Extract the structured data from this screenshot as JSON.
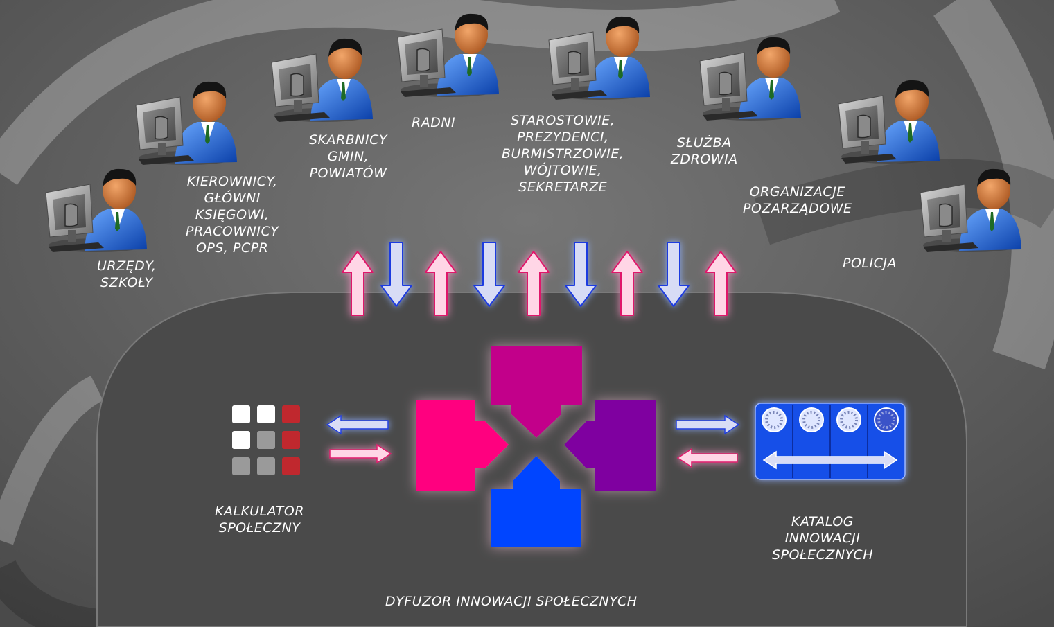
{
  "groups": [
    {
      "id": "urzedy",
      "lines": [
        "URZĘDY,",
        "SZKOŁY"
      ]
    },
    {
      "id": "kierownicy",
      "lines": [
        "KIEROWNICY,",
        "GŁÓWNI",
        "KSIĘGOWI,",
        "PRACOWNICY",
        "OPS, PCPR"
      ]
    },
    {
      "id": "skarbnicy",
      "lines": [
        "SKARBNICY",
        "GMIN,",
        "POWIATÓW"
      ]
    },
    {
      "id": "radni",
      "lines": [
        "RADNI"
      ]
    },
    {
      "id": "starostowie",
      "lines": [
        "STAROSTOWIE,",
        "PREZYDENCI,",
        "BURMISTRZOWIE,",
        "WÓJTOWIE,",
        "SEKRETARZE"
      ]
    },
    {
      "id": "sluzba",
      "lines": [
        "SŁUŻBA",
        "ZDROWIA"
      ]
    },
    {
      "id": "organizacje",
      "lines": [
        "ORGANIZACJE",
        "POZARZĄDOWE"
      ]
    },
    {
      "id": "policja",
      "lines": [
        "POLICJA"
      ]
    }
  ],
  "calculator": {
    "lines": [
      "KALKULATOR",
      "SPOŁECZNY"
    ]
  },
  "catalog": {
    "lines": [
      "KATALOG",
      "INNOWACJI",
      "SPOŁECZNYCH"
    ]
  },
  "platform": {
    "label": "DYFUZOR INNOWACJI SPOŁECZNYCH"
  },
  "colors": {
    "magenta": "#ff007f",
    "plum": "#c2008a",
    "purple": "#7f00a0",
    "blue": "#0044ff",
    "arrow_pink": "#ffd6e6",
    "arrow_blue": "#d8dcf5",
    "calc_red": "#c0282e",
    "calc_gray": "#9a9a9a"
  },
  "icons": {
    "users": "user-at-computer-icon",
    "calculator": "calculator-keypad-icon",
    "catalog": "cd-catalog-icon"
  }
}
